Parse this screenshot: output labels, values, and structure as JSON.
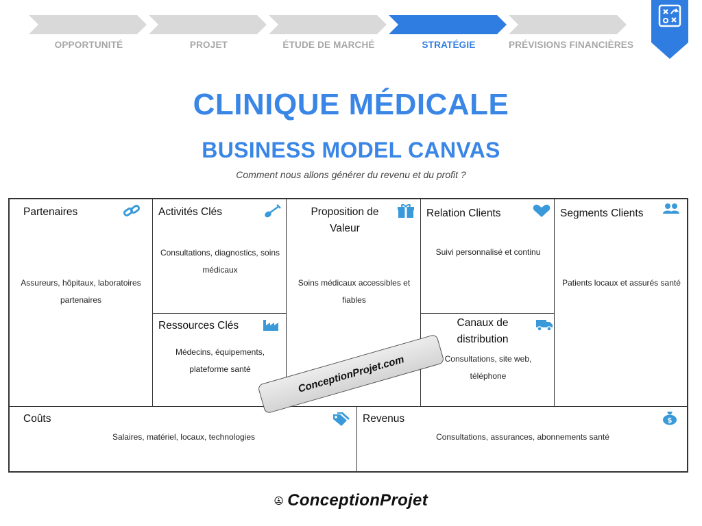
{
  "steps": [
    {
      "label": "OPPORTUNITÉ",
      "active": false
    },
    {
      "label": "PROJET",
      "active": false
    },
    {
      "label": "ÉTUDE DE MARCHÉ",
      "active": false
    },
    {
      "label": "STRATÉGIE",
      "active": true
    },
    {
      "label": "PRÉVISIONS FINANCIÈRES",
      "active": false
    }
  ],
  "title": "CLINIQUE MÉDICALE",
  "subtitle_title": "BUSINESS MODEL CANVAS",
  "tagline": "Comment nous allons générer du revenu et du profit ?",
  "colors": {
    "accent": "#2f7de1",
    "inactive_step": "#d9d9d9",
    "icon": "#3a9ad9"
  },
  "canvas": {
    "partenaires": {
      "title": "Partenaires",
      "text": "Assureurs, hôpitaux, laboratoires partenaires",
      "icon": "link-icon"
    },
    "activites": {
      "title": "Activités Clés",
      "text": "Consultations, diagnostics, soins médicaux",
      "icon": "shovel-icon"
    },
    "ressources": {
      "title": "Ressources Clés",
      "text": "Médecins, équipements, plateforme santé",
      "icon": "factory-icon"
    },
    "proposition": {
      "title": "Proposition de Valeur",
      "text": "Soins médicaux accessibles et fiables",
      "icon": "gift-icon"
    },
    "relation": {
      "title": "Relation Clients",
      "text": "Suivi personnalisé et continu",
      "icon": "heart-icon"
    },
    "canaux": {
      "title": "Canaux de distribution",
      "text": "Consultations, site web, téléphone",
      "icon": "truck-icon"
    },
    "segments": {
      "title": "Segments Clients",
      "text": "Patients locaux et assurés santé",
      "icon": "users-icon"
    },
    "couts": {
      "title": "Coûts",
      "text": "Salaires, matériel, locaux, technologies",
      "icon": "tags-icon"
    },
    "revenus": {
      "title": "Revenus",
      "text": "Consultations, assurances, abonnements santé",
      "icon": "money-bag-icon"
    }
  },
  "watermark": "ConceptionProjet.com",
  "footer_logo": "ConceptionProjet"
}
